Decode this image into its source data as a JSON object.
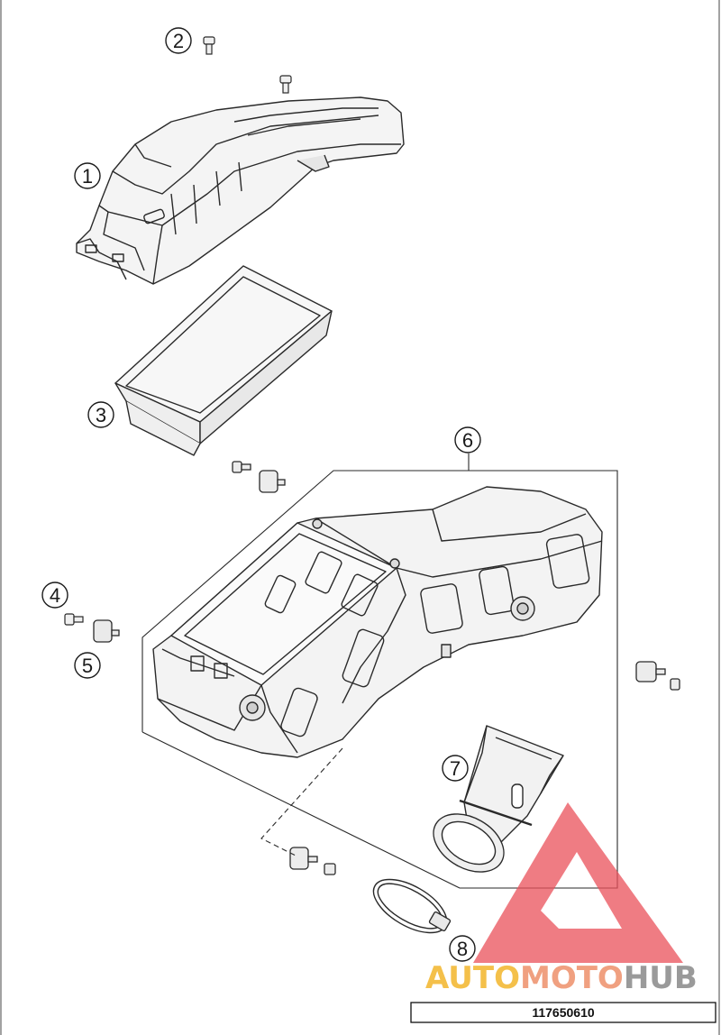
{
  "callouts": [
    {
      "label": "1"
    },
    {
      "label": "2"
    },
    {
      "label": "3"
    },
    {
      "label": "4"
    },
    {
      "label": "5"
    },
    {
      "label": "6"
    },
    {
      "label": "7"
    },
    {
      "label": "8"
    }
  ],
  "watermark": {
    "brand_part1": "AUTO",
    "brand_part2": "MOTO",
    "brand_part3": "HUB",
    "colors": {
      "accent": "#e9505a",
      "auto": "#f4c04a",
      "moto": "#f0a080",
      "hub": "#9a9a9a"
    },
    "icon": "warning-triangle-logo"
  },
  "part_number": "117650610"
}
